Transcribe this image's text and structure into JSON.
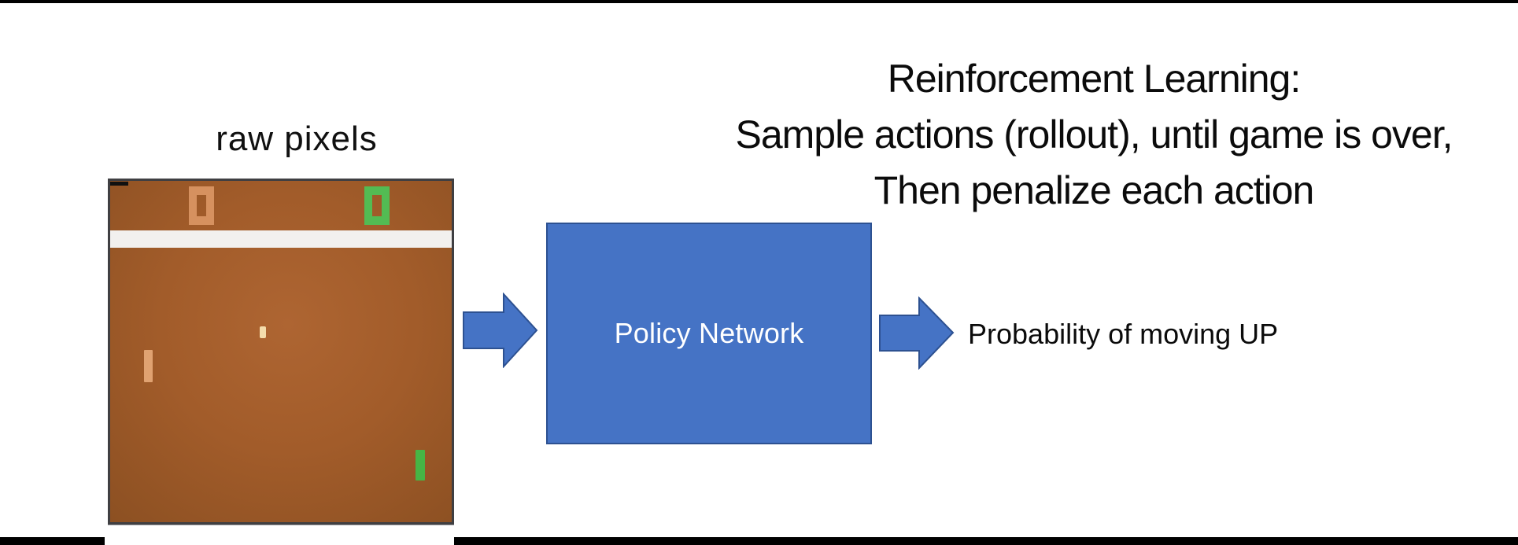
{
  "title": {
    "line1": "Reinforcement Learning:",
    "line2": "Sample actions (rollout), until game is over,",
    "line3": "Then penalize each action"
  },
  "game": {
    "label": "raw pixels",
    "left_score": "0",
    "right_score": "0",
    "colors": {
      "field_brown": "#a25c2a",
      "divider_band": "#f2f0ee",
      "left_player_orange": "#d6915f",
      "right_player_green": "#53bb53",
      "ball_cream": "#f4dcab",
      "frame_border": "#3f3f42"
    }
  },
  "pipeline": {
    "box_label": "Policy Network",
    "output_label": "Probability of moving UP",
    "accent_fill": "#4573c5",
    "accent_border": "#2d5191"
  },
  "frame": {
    "bar_color": "#000000"
  }
}
